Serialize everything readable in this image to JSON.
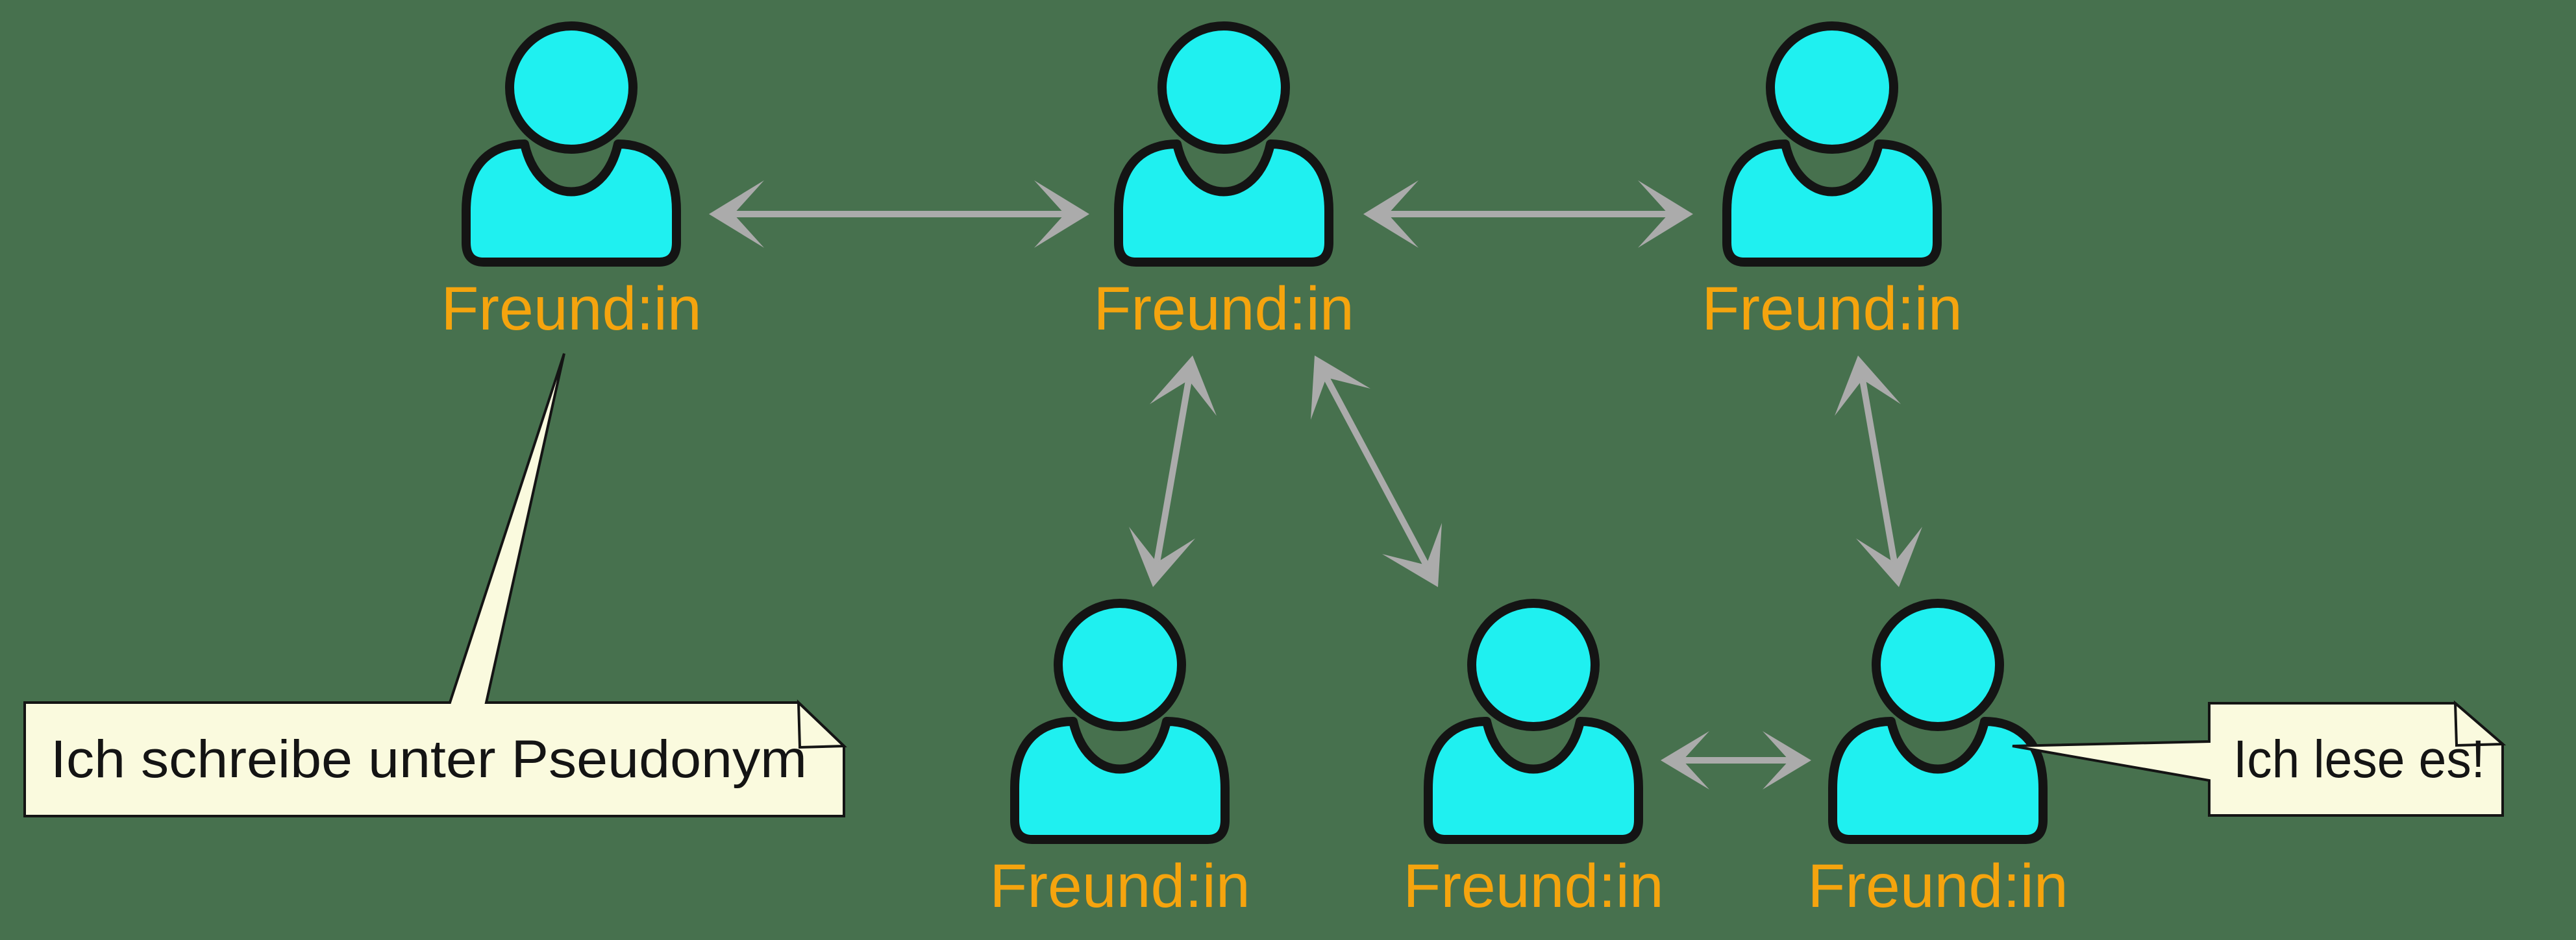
{
  "diagram_title": "Pseudonym friend network diagram",
  "colors": {
    "background": "#47714E",
    "person_fill": "#1FF0F0",
    "person_outline": "#141414",
    "label_color": "#F5A40E",
    "arrow_color": "#ABABAB",
    "callout_fill": "#FAFADE",
    "callout_text_color": "#141414"
  },
  "persons": [
    {
      "id": "top-left",
      "label": "Freund:in"
    },
    {
      "id": "top-middle",
      "label": "Freund:in"
    },
    {
      "id": "top-right",
      "label": "Freund:in"
    },
    {
      "id": "bottom-left",
      "label": "Freund:in"
    },
    {
      "id": "bottom-middle",
      "label": "Freund:in"
    },
    {
      "id": "bottom-right",
      "label": "Freund:in"
    }
  ],
  "callouts": {
    "left": {
      "text": "Ich schreibe unter Pseudonym"
    },
    "right": {
      "text": "Ich lese es!"
    }
  },
  "connections": [
    "top-left <-> top-middle",
    "top-middle <-> top-right",
    "top-middle <-> bottom-left",
    "top-middle <-> bottom-middle",
    "top-right <-> bottom-right",
    "bottom-middle <-> bottom-right"
  ]
}
